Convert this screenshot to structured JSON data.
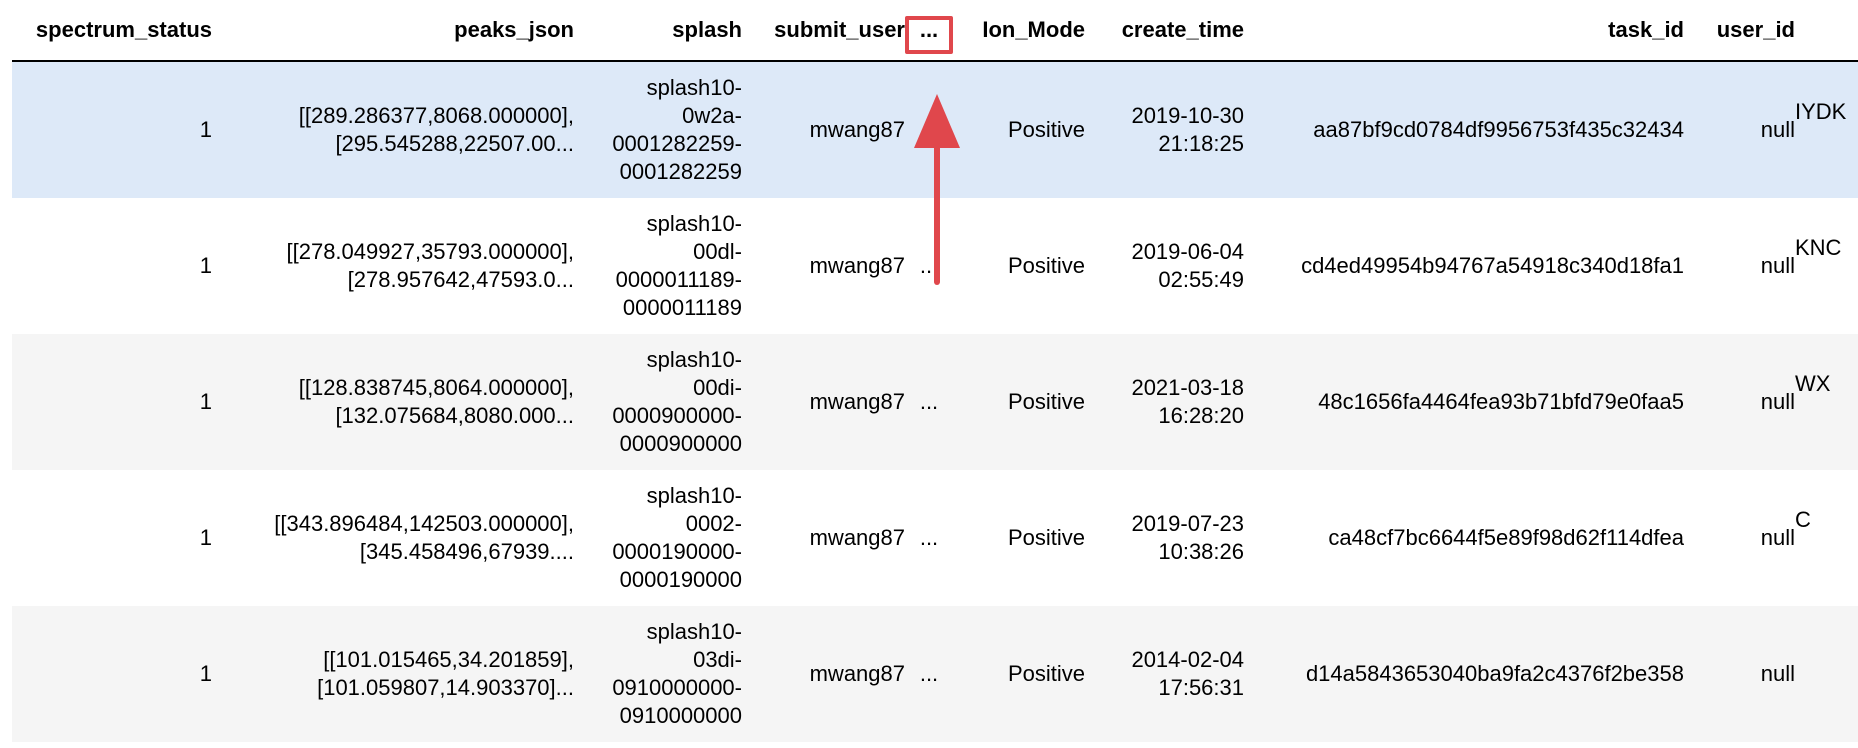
{
  "columns": {
    "spectrum_status": "spectrum_status",
    "peaks_json": "peaks_json",
    "splash": "splash",
    "submit_user": "submit_user",
    "ellipsis": "...",
    "ion_mode": "Ion_Mode",
    "create_time": "create_time",
    "task_id": "task_id",
    "user_id": "user_id"
  },
  "rows": [
    {
      "spectrum_status": "1",
      "peaks_line1": "[[289.286377,8068.000000],",
      "peaks_line2": "[295.545288,22507.00...",
      "splash_l1": "splash10-",
      "splash_l2": "0w2a-",
      "splash_l3": "0001282259-",
      "splash_l4": "0001282259",
      "submit_user": "mwang87",
      "ellipsis": "...",
      "ion_mode": "Positive",
      "date": "2019-10-30",
      "time": "21:18:25",
      "task_id": "aa87bf9cd0784df9956753f435c32434",
      "user_id": "null",
      "cut": "IYDK"
    },
    {
      "spectrum_status": "1",
      "peaks_line1": "[[278.049927,35793.000000],",
      "peaks_line2": "[278.957642,47593.0...",
      "splash_l1": "splash10-",
      "splash_l2": "00dl-",
      "splash_l3": "0000011189-",
      "splash_l4": "0000011189",
      "submit_user": "mwang87",
      "ellipsis": "...",
      "ion_mode": "Positive",
      "date": "2019-06-04",
      "time": "02:55:49",
      "task_id": "cd4ed49954b94767a54918c340d18fa1",
      "user_id": "null",
      "cut": "KNC"
    },
    {
      "spectrum_status": "1",
      "peaks_line1": "[[128.838745,8064.000000],",
      "peaks_line2": "[132.075684,8080.000...",
      "splash_l1": "splash10-",
      "splash_l2": "00di-",
      "splash_l3": "0000900000-",
      "splash_l4": "0000900000",
      "submit_user": "mwang87",
      "ellipsis": "...",
      "ion_mode": "Positive",
      "date": "2021-03-18",
      "time": "16:28:20",
      "task_id": "48c1656fa4464fea93b71bfd79e0faa5",
      "user_id": "null",
      "cut": "WX"
    },
    {
      "spectrum_status": "1",
      "peaks_line1": "[[343.896484,142503.000000],",
      "peaks_line2": "[345.458496,67939....",
      "splash_l1": "splash10-",
      "splash_l2": "0002-",
      "splash_l3": "0000190000-",
      "splash_l4": "0000190000",
      "submit_user": "mwang87",
      "ellipsis": "...",
      "ion_mode": "Positive",
      "date": "2019-07-23",
      "time": "10:38:26",
      "task_id": "ca48cf7bc6644f5e89f98d62f114dfea",
      "user_id": "null",
      "cut": "C"
    },
    {
      "spectrum_status": "1",
      "peaks_line1": "[[101.015465,34.201859],",
      "peaks_line2": "[101.059807,14.903370]...",
      "splash_l1": "splash10-",
      "splash_l2": "03di-",
      "splash_l3": "0910000000-",
      "splash_l4": "0910000000",
      "submit_user": "mwang87",
      "ellipsis": "...",
      "ion_mode": "Positive",
      "date": "2014-02-04",
      "time": "17:56:31",
      "task_id": "d14a5843653040ba9fa2c4376f2be358",
      "user_id": "null",
      "cut": ""
    }
  ],
  "annotation": {
    "color": "#e0474c",
    "highlight_color": "#dde9f8"
  }
}
